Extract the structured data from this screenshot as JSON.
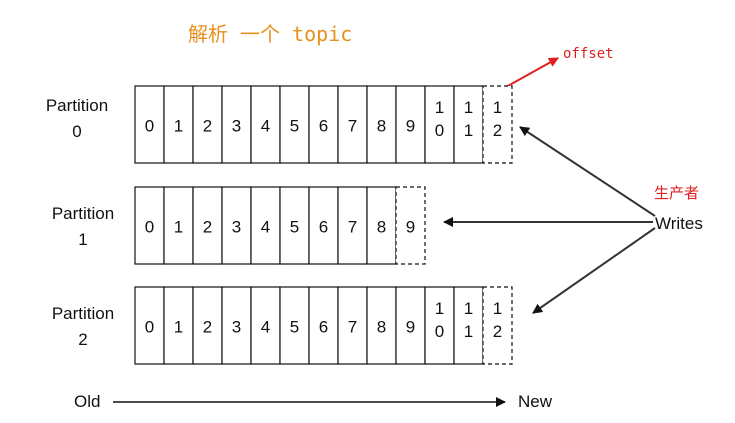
{
  "title": "解析 一个 topic",
  "offset_label": "offset",
  "producer_label": "生产者",
  "writes_label": "Writes",
  "partitions": [
    {
      "label_line1": "Partition",
      "label_line2": "0",
      "cells": [
        "0",
        "1",
        "2",
        "3",
        "4",
        "5",
        "6",
        "7",
        "8",
        "9",
        "10",
        "11"
      ],
      "next": "12"
    },
    {
      "label_line1": "Partition",
      "label_line2": "1",
      "cells": [
        "0",
        "1",
        "2",
        "3",
        "4",
        "5",
        "6",
        "7",
        "8"
      ],
      "next": "9"
    },
    {
      "label_line1": "Partition",
      "label_line2": "2",
      "cells": [
        "0",
        "1",
        "2",
        "3",
        "4",
        "5",
        "6",
        "7",
        "8",
        "9",
        "10",
        "11"
      ],
      "next": "12"
    }
  ],
  "old_label": "Old",
  "new_label": "New",
  "colors": {
    "title": "#e8901c",
    "annotation": "#e02020",
    "ink": "#111111"
  }
}
